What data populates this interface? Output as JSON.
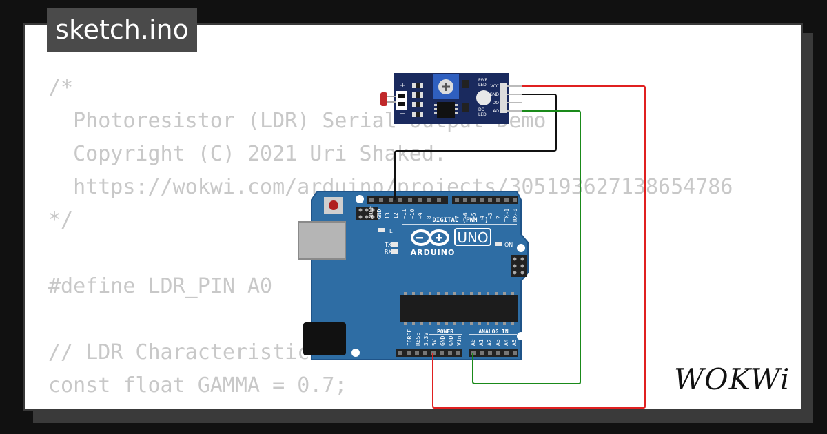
{
  "file_tab": {
    "name": "sketch.ino"
  },
  "code_lines": [
    "/*",
    "  Photoresistor (LDR) Serial Output Demo",
    "  Copyright (C) 2021 Uri Shaked.",
    "  https://wokwi.com/arduino/projects/305193627138654786",
    "*/",
    "",
    "#define LDR_PIN A0",
    "",
    "// LDR Characteristics",
    "const float GAMMA = 0.7;"
  ],
  "ldr_module": {
    "vcc": "VCC",
    "gnd": "GND",
    "do": "DO",
    "ao": "AO",
    "pwr_led": "PWR\nLED",
    "do_led": "DO\nLED",
    "plus": "+",
    "minus": "−"
  },
  "arduino": {
    "brand": "ARDUINO",
    "model": "UNO",
    "digital_label": "DIGITAL (PWM ~)",
    "power_label": "POWER",
    "analog_label": "ANALOG IN",
    "on_label": "ON",
    "l_label": "L",
    "tx_label": "TX",
    "rx_label": "RX",
    "header_top_left": [
      "AREF",
      "GND",
      "13",
      "12",
      "~11",
      "~10",
      "~9",
      "8"
    ],
    "header_top_right": [
      "7",
      "~6",
      "~5",
      "4",
      "~3",
      "2",
      "TX→1",
      "RX←0"
    ],
    "power_pins": [
      "IOREF",
      "RESET",
      "3.3V",
      "5V",
      "GND",
      "GND",
      "Vin"
    ],
    "analog_pins": [
      "A0",
      "A1",
      "A2",
      "A3",
      "A4",
      "A5"
    ]
  },
  "brand_logo": "WOKWi",
  "colors": {
    "board": "#2e6da4",
    "module": "#1a2a5e",
    "wire_red": "#e02020",
    "wire_green": "#1a8a1a",
    "wire_black": "#111111",
    "code_text": "#c8c8c8"
  }
}
